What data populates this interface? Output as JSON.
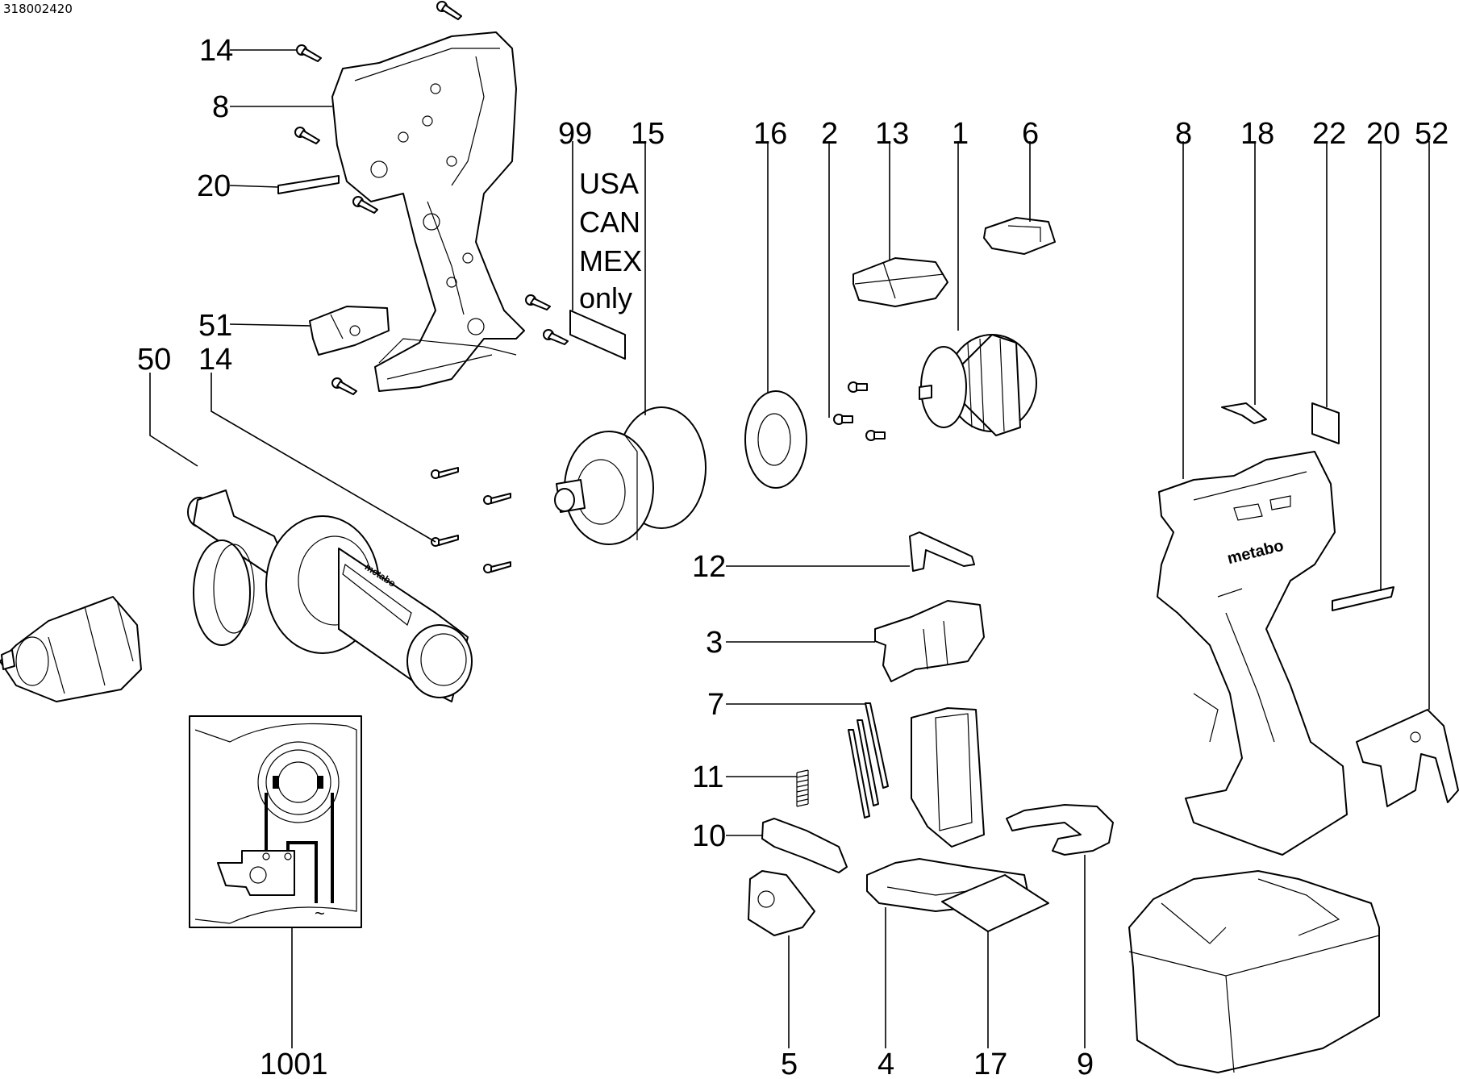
{
  "document": {
    "id": "318002420",
    "type": "exploded parts diagram"
  },
  "regional_note": {
    "part": "99",
    "lines": [
      "USA",
      "CAN",
      "MEX",
      "only"
    ]
  },
  "callouts": [
    {
      "id": "c14a",
      "label": "14",
      "part": "screw (housing, top)"
    },
    {
      "id": "c8a",
      "label": "8",
      "part": "housing shell (left half)"
    },
    {
      "id": "c20a",
      "label": "20",
      "part": "label strip"
    },
    {
      "id": "c51",
      "label": "51",
      "part": "belt hook mount"
    },
    {
      "id": "c50",
      "label": "50",
      "part": "side handle"
    },
    {
      "id": "c14b",
      "label": "14",
      "part": "screws (gear housing)"
    },
    {
      "id": "c99",
      "label": "99",
      "part": "label (regional)"
    },
    {
      "id": "c15",
      "label": "15",
      "part": "gear unit"
    },
    {
      "id": "c16",
      "label": "16",
      "part": "bearing flange"
    },
    {
      "id": "c2",
      "label": "2",
      "part": "screws (motor)"
    },
    {
      "id": "c13",
      "label": "13",
      "part": "switch slide"
    },
    {
      "id": "c1",
      "label": "1",
      "part": "motor"
    },
    {
      "id": "c6",
      "label": "6",
      "part": "electronics module"
    },
    {
      "id": "c8b",
      "label": "8",
      "part": "housing shell (right half)"
    },
    {
      "id": "c18",
      "label": "18",
      "part": "label (curved)"
    },
    {
      "id": "c22",
      "label": "22",
      "part": "label (square)"
    },
    {
      "id": "c20b",
      "label": "20",
      "part": "label strip"
    },
    {
      "id": "c52",
      "label": "52",
      "part": "belt hook"
    },
    {
      "id": "c12",
      "label": "12",
      "part": "reversing switch lever"
    },
    {
      "id": "c3",
      "label": "3",
      "part": "trigger switch"
    },
    {
      "id": "c7",
      "label": "7",
      "part": "contact pins"
    },
    {
      "id": "c11",
      "label": "11",
      "part": "compression spring"
    },
    {
      "id": "c10",
      "label": "10",
      "part": "battery latch"
    },
    {
      "id": "c5",
      "label": "5",
      "part": "LED / indicator module"
    },
    {
      "id": "c4",
      "label": "4",
      "part": "battery contact plate"
    },
    {
      "id": "c17",
      "label": "17",
      "part": "type plate label"
    },
    {
      "id": "c9",
      "label": "9",
      "part": "battery guide"
    },
    {
      "id": "c1001",
      "label": "1001",
      "part": "wiring diagram"
    }
  ],
  "product_marks": {
    "housing_logo": "metabo",
    "handle_logo": "metabo"
  },
  "schematic": {
    "ac_symbol": "~"
  }
}
